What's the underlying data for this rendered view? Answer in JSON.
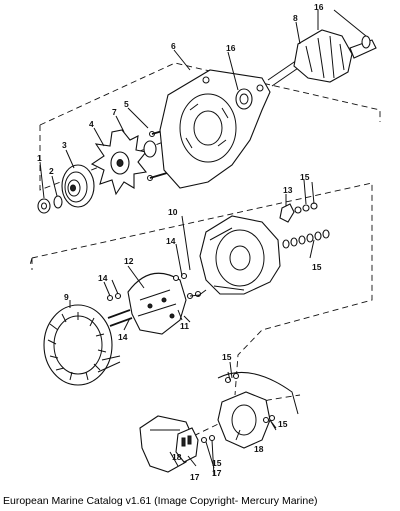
{
  "caption": "European Marine Catalog v1.61 (Image Copyright- Mercury Marine)",
  "callouts": [
    {
      "id": "c1",
      "text": "1"
    },
    {
      "id": "c2",
      "text": "2"
    },
    {
      "id": "c3",
      "text": "3"
    },
    {
      "id": "c4",
      "text": "4"
    },
    {
      "id": "c5",
      "text": "5"
    },
    {
      "id": "c6",
      "text": "6"
    },
    {
      "id": "c7",
      "text": "7"
    },
    {
      "id": "c8",
      "text": "8"
    },
    {
      "id": "c9",
      "text": "9"
    },
    {
      "id": "c10",
      "text": "10"
    },
    {
      "id": "c11",
      "text": "11"
    },
    {
      "id": "c12",
      "text": "12"
    },
    {
      "id": "c13",
      "text": "13"
    },
    {
      "id": "c14a",
      "text": "14"
    },
    {
      "id": "c14b",
      "text": "14"
    },
    {
      "id": "c14c",
      "text": "14"
    },
    {
      "id": "c15a",
      "text": "15"
    },
    {
      "id": "c15b",
      "text": "15"
    },
    {
      "id": "c15c",
      "text": "15"
    },
    {
      "id": "c15d",
      "text": "15"
    },
    {
      "id": "c15e",
      "text": "15"
    },
    {
      "id": "c16a",
      "text": "16"
    },
    {
      "id": "c16b",
      "text": "16"
    },
    {
      "id": "c17a",
      "text": "17"
    },
    {
      "id": "c17b",
      "text": "17"
    },
    {
      "id": "c18a",
      "text": "18"
    },
    {
      "id": "c18b",
      "text": "18"
    }
  ]
}
